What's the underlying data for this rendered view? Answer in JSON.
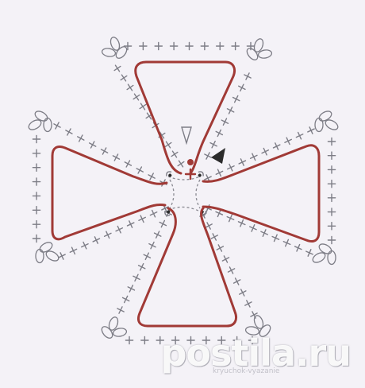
{
  "colors": {
    "background": "#f4f2f7",
    "motif_outline": "#a13a36",
    "stitch_symbols": "#7d7d86",
    "connector_dashes": "#8a8a92",
    "marker_fill": "#2b2b2b"
  },
  "diagram": {
    "stitch_symbol": "+",
    "chain_symbol": "oval",
    "arms": [
      "top",
      "right",
      "bottom",
      "left"
    ],
    "corner_chain_clusters": 8,
    "markers": [
      "start-dot",
      "start-cross",
      "end-arrowhead",
      "direction-triangle"
    ]
  },
  "watermark": {
    "text": "postila.ru",
    "subtext": "kryuchok-vyazanie"
  }
}
